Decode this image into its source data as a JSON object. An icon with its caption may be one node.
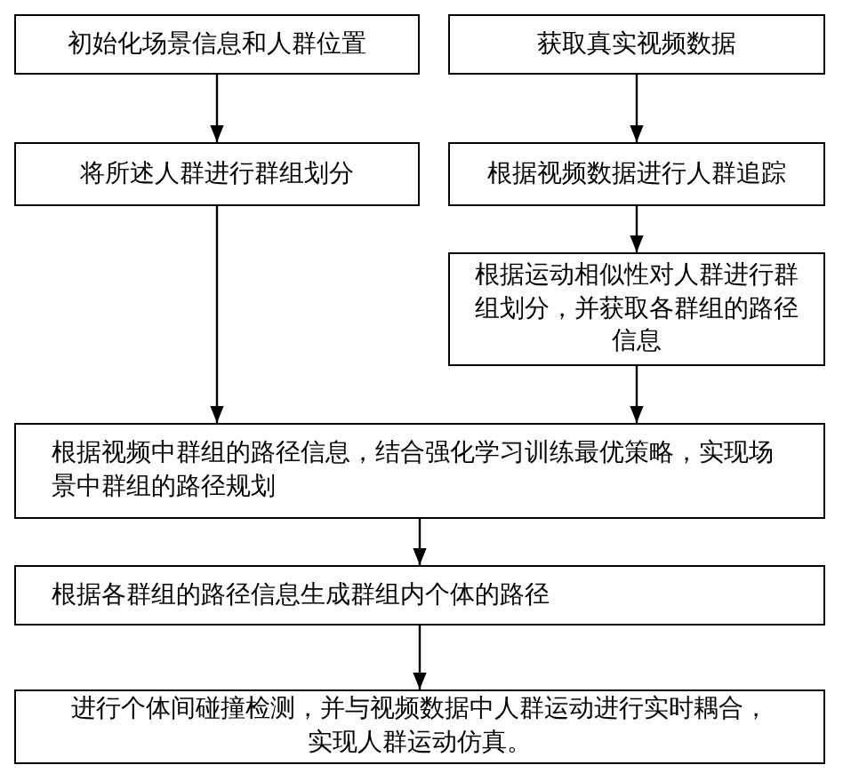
{
  "diagram": {
    "nodes": [
      {
        "text": [
          "初始化场景信息和人群位置"
        ]
      },
      {
        "text": [
          "获取真实视频数据"
        ]
      },
      {
        "text": [
          "将所述人群进行群组划分"
        ]
      },
      {
        "text": [
          "根据视频数据进行人群追踪"
        ]
      },
      {
        "text": [
          "根据运动相似性对人群进行群组划分，并获取各群组的路径信息"
        ]
      },
      {
        "text": [
          "根据视频中群组的路径信息，结合强化学习训练最优策略，实现场景中群组的路径规划"
        ]
      },
      {
        "text": [
          "根据各群组的路径信息生成群组内个体的路径"
        ]
      },
      {
        "text": [
          "进行个体间碰撞检测，并与视频数据中人群运动进行实时耦合，实现人群运动仿真。"
        ]
      }
    ],
    "edges": [
      {
        "from": 0,
        "to": 2,
        "arrow": "to"
      },
      {
        "from": 1,
        "to": 3,
        "arrow": "to"
      },
      {
        "from": 3,
        "to": 4,
        "arrow": "to"
      },
      {
        "from": 2,
        "to": 5,
        "arrow": "to"
      },
      {
        "from": 4,
        "to": 5,
        "arrow": "to"
      },
      {
        "from": 5,
        "to": 6,
        "arrow": "to"
      },
      {
        "from": 6,
        "to": 7,
        "arrow": "to"
      }
    ]
  }
}
